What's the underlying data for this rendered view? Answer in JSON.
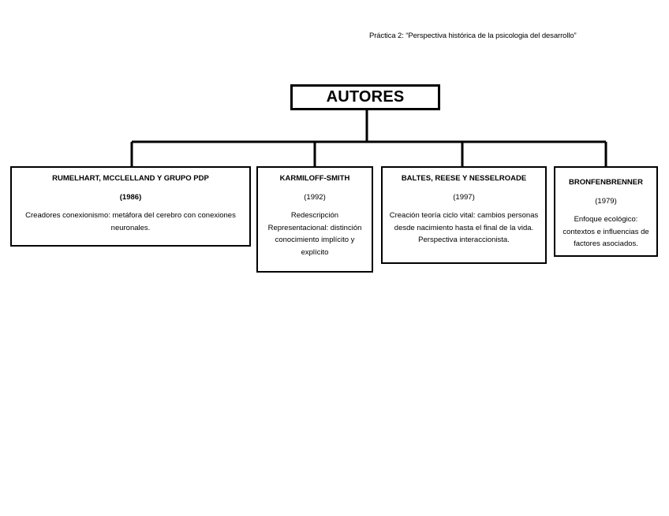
{
  "header": {
    "note": "Práctica 2: “Perspectiva histórica de la psicologia del desarrollo”"
  },
  "title": "AUTORES",
  "authors": [
    {
      "name": "RUMELHART, MCCLELLAND Y GRUPO PDP",
      "year": "(1986)",
      "description": "Creadores conexionismo: metáfora del cerebro con conexiones neuronales."
    },
    {
      "name": "KARMILOFF-SMITH",
      "year": "(1992)",
      "description": "Redescripción Representacional: distinción conocimiento implícito y explícito"
    },
    {
      "name": "BALTES, REESE Y NESSELROADE",
      "year": "(1997)",
      "description": "Creación teoría ciclo vital: cambios personas desde nacimiento hasta el final de la vida. Perspectiva interaccionista."
    },
    {
      "name": "BRONFENBRENNER",
      "year": "(1979)",
      "description": "Enfoque ecológico: contextos e influencias de factores asociados."
    }
  ]
}
